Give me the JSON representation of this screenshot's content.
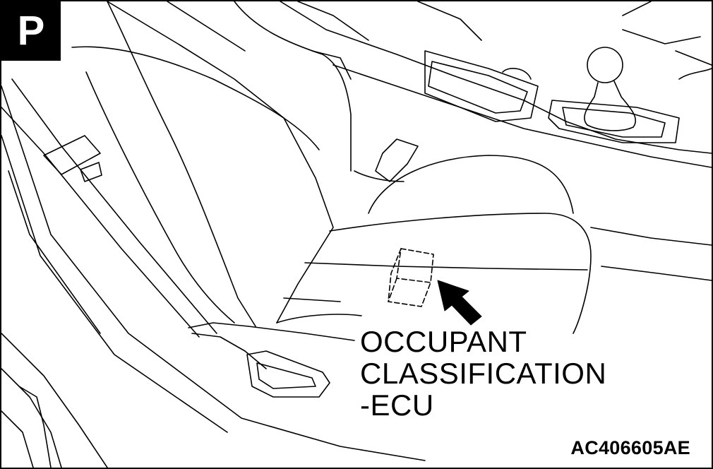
{
  "badge": "P",
  "callout": {
    "line1": "OCCUPANT",
    "line2": "CLASSIFICATION",
    "line3": "-ECU"
  },
  "figure_code": "AC406605AE"
}
